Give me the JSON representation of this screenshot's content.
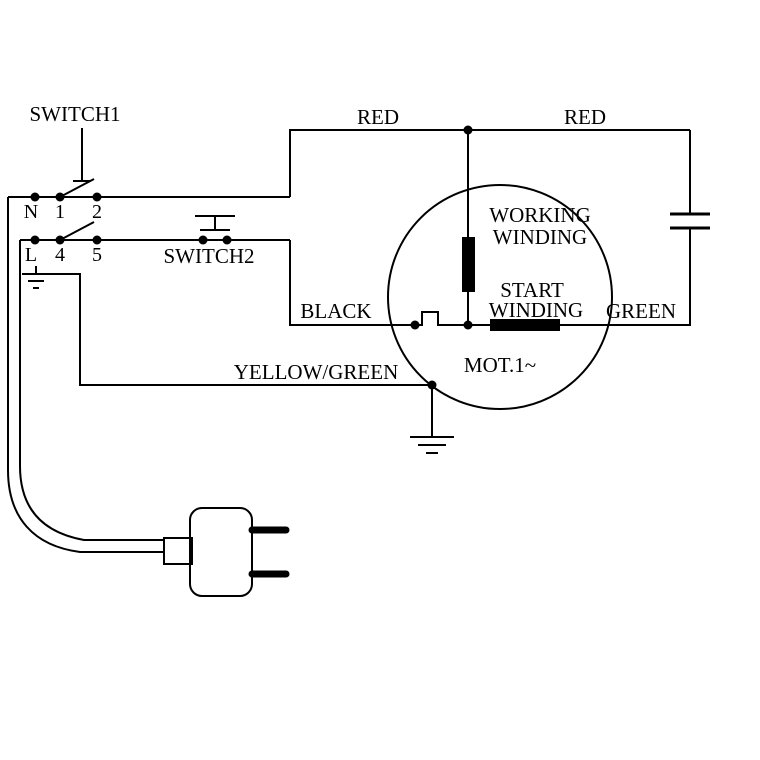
{
  "diagram": {
    "kind": "motor-wiring-schematic",
    "switch1_label": "SWITCH1",
    "switch2_label": "SWITCH2",
    "terminals": {
      "n": "N",
      "t1": "1",
      "t2": "2",
      "l": "L",
      "t4": "4",
      "t5": "5"
    },
    "wires": {
      "red_left": "RED",
      "red_right": "RED",
      "black": "BLACK",
      "green": "GREEN",
      "earth": "YELLOW/GREEN"
    },
    "motor": {
      "label": "MOT.1~",
      "working_winding_line1": "WORKING",
      "working_winding_line2": "WINDING",
      "start_winding_line1": "START",
      "start_winding_line2": "WINDING"
    },
    "colors": {
      "ink": "#000000",
      "background": "#ffffff"
    }
  }
}
